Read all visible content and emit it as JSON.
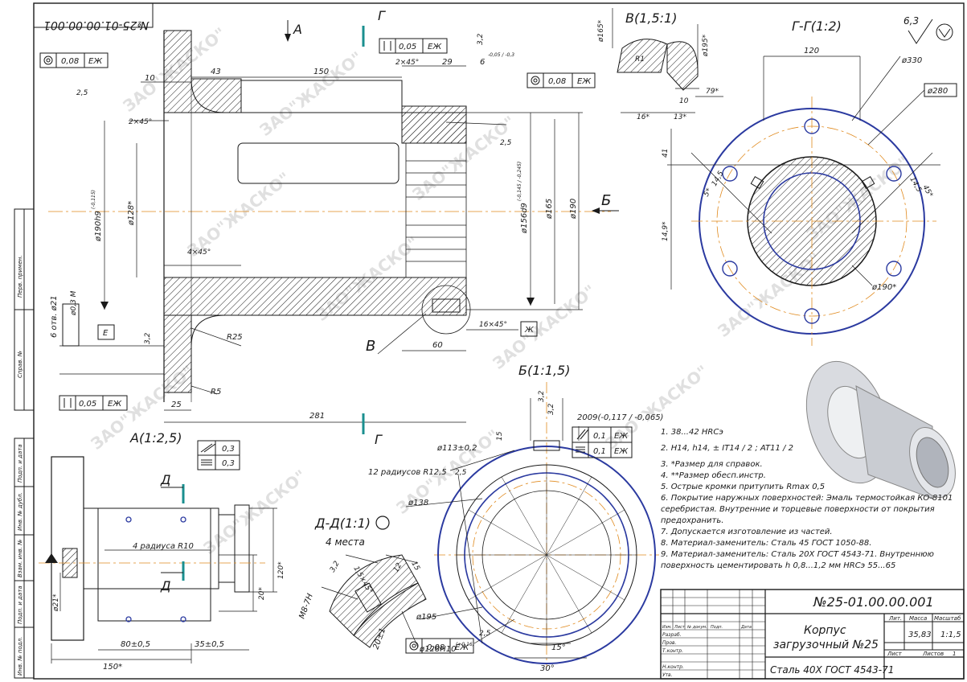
{
  "drawing": {
    "number": "№25-01.00.00.001",
    "number_mirrored": "№25-01.00.00.001",
    "part_name_line1": "Корпус",
    "part_name_line2": "загрузочный №25",
    "material": "Сталь 40Х  ГОСТ 4543-71",
    "mass": "35,83",
    "scale": "1:1,5",
    "sheet_label": "Лист",
    "sheets_label": "Листов",
    "sheets_value": "1",
    "col_lit": "Лит.",
    "col_mass": "Масса",
    "col_scale": "Масштаб",
    "roughness": "6,3",
    "watermark": "ЗАО\"ЖАСКО\""
  },
  "stamp_rows": [
    "Изм.",
    "Лист",
    "№ докум.",
    "Подп.",
    "Дата"
  ],
  "stamp_roles": [
    "Разраб.",
    "Пров.",
    "Т.контр.",
    "Н.контр.",
    "Утв."
  ],
  "side_stamps": [
    "Перв. примен.",
    "Справ. №",
    "Подп. и дата",
    "Инв. № дубл.",
    "Взам. инв. №",
    "Подп. и дата",
    "Инв. № подл."
  ],
  "views": {
    "main_A": "A",
    "section_G": "Г",
    "view_B": "Б",
    "callout_V": "В",
    "detail_V": "В(1,5:1)",
    "section_GG": "Г-Г(1:2)",
    "view_B_title": "Б(1:1,5)",
    "view_A_title": "A(1:2,5)",
    "section_DD": "Д-Д(1:1)",
    "section_DD_sub": "4 места",
    "section_D": "Д"
  },
  "dims_main": {
    "d43": "43",
    "d150": "150",
    "d10": "10",
    "d29": "29",
    "d2x45a": "2×45°",
    "d6": "6",
    "d6tol": "-0,05 / -0,3",
    "d3_2": "3,2",
    "d2_5a": "2,5",
    "d2x45b": "2×45°",
    "d2_5b": "2,5",
    "d190h9": "ø190h9",
    "d190h9tol": "(-0,115)",
    "d128": "ø128*",
    "d4x45": "4×45°",
    "d156": "ø156d9",
    "d156tol": "(-0,145 / -0,245)",
    "d165": "ø165",
    "d190": "ø190",
    "holes": "6 отв. ø21",
    "pos": "ø0,3 M",
    "d3_2b": "3,2",
    "r25": "R25",
    "r5": "R5",
    "d25": "25",
    "d60": "60",
    "d16x45": "16×45°",
    "d281": "281",
    "datumE": "Е",
    "datumZh": "Ж"
  },
  "tolerances": {
    "runout1": "0,08",
    "base1": "ЕЖ",
    "perp1": "0,05",
    "base2": "ЕЖ",
    "runout2": "0,08",
    "base3": "ЕЖ",
    "perp2": "0,05",
    "base4": "ЕЖ",
    "viewB1": "0,1",
    "viewB1b": "ЕЖ",
    "viewB2": "0,1",
    "viewB2b": "ЕЖ",
    "runout3": "0,08",
    "base5": "ЕЖ",
    "viewA_par": "0,3",
    "viewA_sym": "0,3"
  },
  "dims_detail": {
    "d165": "ø165*",
    "d195": "ø195*",
    "r1": "R1",
    "d10": "10",
    "d79": "79*",
    "d16": "16*",
    "d13": "13*"
  },
  "dims_GG": {
    "d120": "120",
    "d330": "ø330",
    "d280": "ø280",
    "d41": "41",
    "d14_5a": "14,5",
    "d14_5b": "14,5",
    "a5": "5*",
    "a45": "45*",
    "d149": "14,9*",
    "d190": "ø190*"
  },
  "dims_B": {
    "d3_2a": "3,2",
    "d3_2b": "3,2",
    "spline": "2009(-0,117 / -0,065)",
    "d15": "15",
    "d113": "ø113±0,2",
    "radii": "12 радиусов R12,5",
    "d2_5": "2,5",
    "d138": "ø138",
    "d195": "ø195",
    "d128h10": "ø128H10",
    "d128tol": "(+0,16)",
    "d2_5b": "2,5",
    "a15": "15°",
    "a30": "30°"
  },
  "dims_A": {
    "r10": "4 радиуса R10",
    "d120": "120*",
    "d20": "20*",
    "d21": "ø21*",
    "d80": "80±0,5",
    "d35": "35±0,5",
    "d150": "150*"
  },
  "dims_DD": {
    "d3_2": "3,2",
    "d1_5": "1,5×45°",
    "d12": "12",
    "d15": "15",
    "m8": "М8-7Н",
    "d20": "20±1"
  },
  "notes": [
    "1. 38...42 HRCэ",
    "2. Н14, h14, ± IT14 / 2 ; AT11 / 2",
    "3. *Размер для справок.",
    "4. **Размер обесп.инстр.",
    "5. Острые кромки притупить Rmax 0,5",
    "6. Покрытие наружных поверхностей: Эмаль термостойкая КО-8101 серебристая. Внутренние и торцевые поверхности от покрытия предохранить.",
    "7. Допускается изготовление из частей.",
    "8. Материал-заменитель: Сталь 45 ГОСТ 1050-88.",
    "9. Материал-заменитель: Сталь 20Х ГОСТ 4543-71. Внутреннюю поверхность цементировать h 0,8...1,2 мм HRCэ 55...65"
  ],
  "colors": {
    "line": "#1a1a1a",
    "accent_blue": "#2b3aa0",
    "center_orange": "#e08a1e",
    "teal_section": "#1a8f8f"
  }
}
